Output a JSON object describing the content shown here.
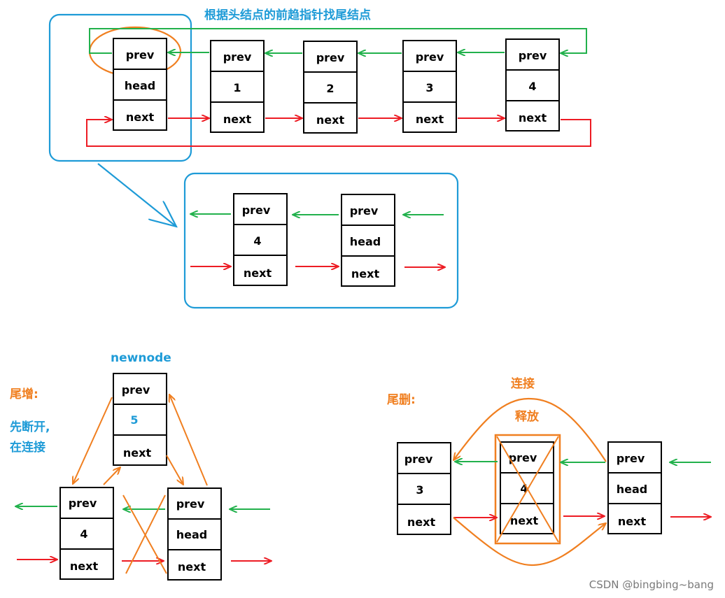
{
  "colors": {
    "blue": "#1E9BD7",
    "orange": "#F07F20",
    "green": "#22B14C",
    "red": "#ED1C24",
    "box": "#000000"
  },
  "captions": {
    "main_title": "根据头结点的前趋指针找尾结点",
    "newnode": "newnode",
    "tail_insert": "尾增:",
    "break_first": "先断开,",
    "then_connect": "在连接",
    "tail_delete": "尾删:",
    "connect": "连接",
    "release": "释放"
  },
  "field_labels": {
    "prev": "prev",
    "next": "next"
  },
  "top_nodes": [
    "head",
    "1",
    "2",
    "3",
    "4"
  ],
  "zoom_nodes": [
    "4",
    "head"
  ],
  "insert_nodes": {
    "new": "5",
    "left": "4",
    "right": "head"
  },
  "delete_nodes": {
    "left": "3",
    "middle": "4",
    "right": "head"
  },
  "watermark": "CSDN @bingbing~bang"
}
